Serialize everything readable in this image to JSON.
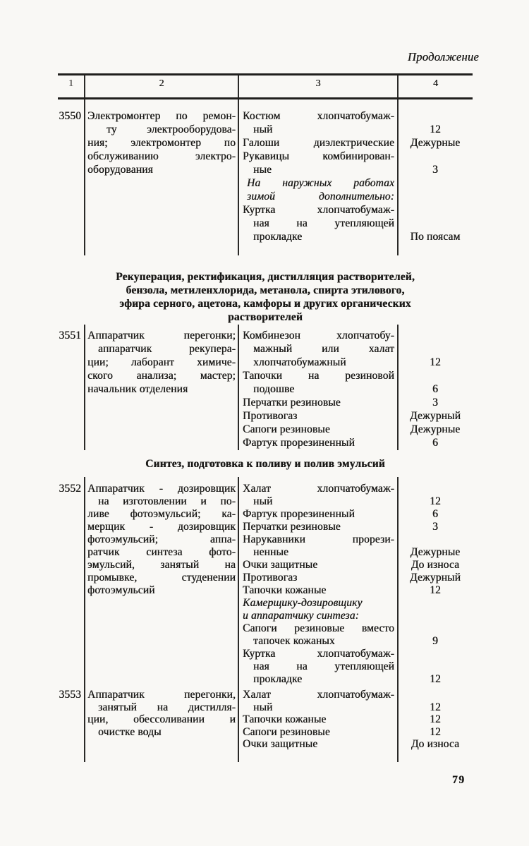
{
  "page": {
    "continuation_label": "Продолжение",
    "page_number": "79"
  },
  "table": {
    "column_numbers": [
      "1",
      "2",
      "3",
      "4"
    ],
    "sections": [
      {
        "lines": [
          "Рекуперация, ректификация, дистилляция растворителей,",
          "бензола, метиленхлорида, метанола, спирта этилового,",
          "эфира серного, ацетона, камфоры и других органических",
          "растворителей"
        ]
      },
      {
        "lines": [
          "Синтез, подготовка к поливу и полив эмульсий"
        ]
      }
    ],
    "rows": [
      {
        "id": "3550",
        "lines": [
          {
            "col2": "Электромонтер по ремон-",
            "col2_justify": true,
            "col3": "Костюм хлопчатобумаж-",
            "col3_justify": true,
            "col4": ""
          },
          {
            "col2": "ту электрооборудова-",
            "col2_indent": 1.8,
            "col2_justify": true,
            "col3": "ный",
            "col3_indent": 1,
            "col4": "12"
          },
          {
            "col2": "ния; электромонтер по",
            "col2_justify": true,
            "col3": "Галоши диэлектрические",
            "col3_justify": true,
            "col4": "Дежурные"
          },
          {
            "col2": "обслуживанию электро-",
            "col2_justify": true,
            "col3": "Рукавицы комбинирован-",
            "col3_justify": true,
            "col4": ""
          },
          {
            "col2": "оборудования",
            "col3": "ные",
            "col3_indent": 1,
            "col4": "3"
          },
          {
            "col3": "На наружных работах",
            "col3_italic": true,
            "col3_indent": 0.4,
            "col3_justify": true,
            "col4": ""
          },
          {
            "col3": "зимой дополнительно:",
            "col3_italic": true,
            "col3_indent": 0.4,
            "col3_justify": true,
            "col4": ""
          },
          {
            "col3": "Куртка хлопчатобумаж-",
            "col3_justify": true,
            "col4": ""
          },
          {
            "col3": "ная на утепляющей",
            "col3_indent": 1,
            "col3_justify": true,
            "col4": ""
          },
          {
            "col3": "прокладке",
            "col3_indent": 1,
            "col4": "По поясам"
          }
        ]
      },
      {
        "id": "3551",
        "lines": [
          {
            "col2": "Аппаратчик перегонки;",
            "col2_justify": true,
            "col3": "Комбинезон хлопчатобу-",
            "col3_justify": true,
            "col4": ""
          },
          {
            "col2": "аппаратчик рекупера-",
            "col2_indent": 1,
            "col2_justify": true,
            "col3": "мажный или халат",
            "col3_indent": 1,
            "col3_justify": true,
            "col4": ""
          },
          {
            "col2": "ции; лаборант химиче-",
            "col2_justify": true,
            "col3": "хлопчатобумажный",
            "col3_indent": 1,
            "col4": "12"
          },
          {
            "col2": "ского анализа; мастер;",
            "col2_justify": true,
            "col3": "Тапочки на резиновой",
            "col3_justify": true,
            "col4": ""
          },
          {
            "col2": "начальник отделения",
            "col3": "подошве",
            "col3_indent": 1,
            "col4": "6"
          },
          {
            "col3": "Перчатки резиновые",
            "col4": "3"
          },
          {
            "col3": "Противогаз",
            "col4": "Дежурный"
          },
          {
            "col3": "Сапоги резиновые",
            "col4": "Дежурные"
          },
          {
            "col3": "Фартук прорезиненный",
            "col4": "6"
          }
        ]
      },
      {
        "id": "3552",
        "lines": [
          {
            "col2": "Аппаратчик - дозировщик",
            "col2_justify": true,
            "col3": "Халат хлопчатобумаж-",
            "col3_justify": true,
            "col4": ""
          },
          {
            "col2": "на изготовлении и по-",
            "col2_indent": 1,
            "col2_justify": true,
            "col3": "ный",
            "col3_indent": 1,
            "col4": "12"
          },
          {
            "col2": "ливе фотоэмульсий; ка-",
            "col2_justify": true,
            "col3": "Фартук прорезиненный",
            "col4": "6"
          },
          {
            "col2": "мерщик - дозировщик",
            "col2_justify": true,
            "col3": "Перчатки резиновые",
            "col4": "3"
          },
          {
            "col2": "фотоэмульсий; аппа-",
            "col2_justify": true,
            "col3": "Нарукавники прорези-",
            "col3_justify": true,
            "col4": ""
          },
          {
            "col2": "ратчик синтеза фото-",
            "col2_justify": true,
            "col3": "ненные",
            "col3_indent": 1,
            "col4": "Дежурные"
          },
          {
            "col2": "эмульсий, занятый на",
            "col2_justify": true,
            "col3": "Очки защитные",
            "col4": "До износа"
          },
          {
            "col2": "промывке, студенении",
            "col2_justify": true,
            "col3": "Противогаз",
            "col4": "Дежурный"
          },
          {
            "col2": "фотоэмульсий",
            "col3": "Тапочки кожаные",
            "col4": "12"
          },
          {
            "col3": "Камерщику-дозировщику",
            "col3_italic": true,
            "col4": ""
          },
          {
            "col3": "и аппаратчику синтеза:",
            "col3_italic": true,
            "col4": ""
          },
          {
            "col3": "Сапоги резиновые вместо",
            "col3_justify": true,
            "col4": ""
          },
          {
            "col3": "тапочек кожаных",
            "col3_indent": 1,
            "col4": "9"
          },
          {
            "col3": "Куртка хлопчатобумаж-",
            "col3_justify": true,
            "col4": ""
          },
          {
            "col3": "ная на утепляющей",
            "col3_indent": 1,
            "col3_justify": true,
            "col4": ""
          },
          {
            "col3": "прокладке",
            "col3_indent": 1,
            "col4": "12"
          }
        ]
      },
      {
        "id": "3553",
        "lines": [
          {
            "col2": "Аппаратчик перегонки,",
            "col2_justify": true,
            "col3": "Халат хлопчатобумаж-",
            "col3_justify": true,
            "col4": ""
          },
          {
            "col2": "занятый на дистилля-",
            "col2_indent": 1,
            "col2_justify": true,
            "col3": "ный",
            "col3_indent": 1,
            "col4": "12"
          },
          {
            "col2": "ции, обессоливании и",
            "col2_justify": true,
            "col3": "Тапочки кожаные",
            "col4": "12"
          },
          {
            "col2": "очистке воды",
            "col2_indent": 1,
            "col3": "Сапоги резиновые",
            "col4": "12"
          },
          {
            "col3": "Очки защитные",
            "col4": "До износа"
          }
        ]
      }
    ]
  }
}
